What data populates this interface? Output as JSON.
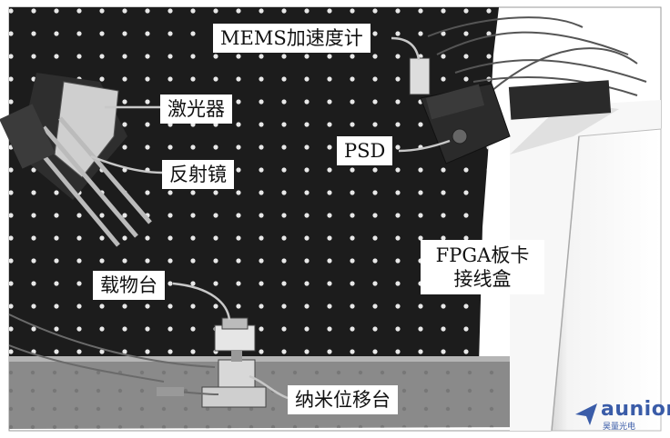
{
  "labels": {
    "mems": "MEMS加速度计",
    "laser": "激光器",
    "psd": "PSD",
    "mirror": "反射镜",
    "fpga_line1": "FPGA板卡",
    "fpga_line2": "接线盒",
    "stage": "载物台",
    "nano_stage": "纳米位移台"
  },
  "watermark": {
    "brand": "aunion",
    "sub": "昊量光电"
  },
  "colors": {
    "board": "#1c1c1c",
    "background": "#ffffff",
    "brand": "#3a5ca8"
  }
}
